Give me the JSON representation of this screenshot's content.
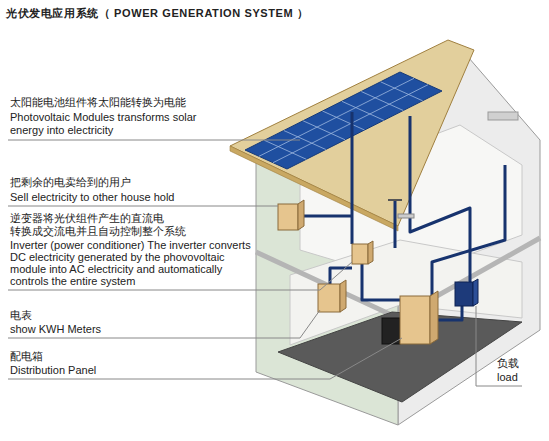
{
  "diagram": {
    "title": "光伏发电应用系统（ POWER GENERATION SYSTEM ）",
    "labels": [
      "太阳能电池组件将太阳能转换为电能",
      "Photovoltaic Modules transforms solar energy into electricity",
      "把剩余的电卖给到的用户",
      "Sell electricity to other house hold",
      "逆变器将光伏组件产生的直流电 转换成交流电并且自动控制整个系统",
      "Inverter (power conditioner) The inverter converts DC electricity generated by the phovovoltaic module into AC electricity and automatically controls the entire system",
      "电表",
      "show KWH Meters",
      "配电箱",
      "Distribution Panel",
      "负载",
      "load"
    ]
  }
}
